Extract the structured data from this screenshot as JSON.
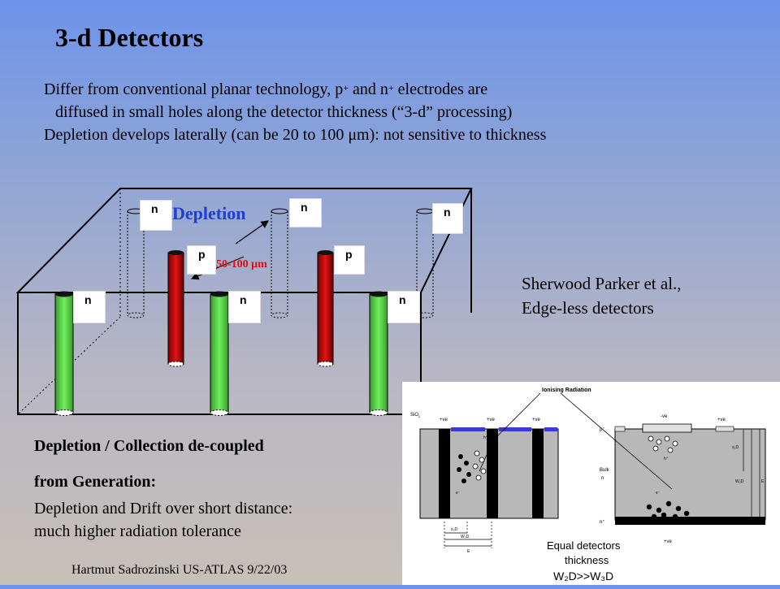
{
  "slide": {
    "title": "3-d Detectors",
    "intro": {
      "line1_a": "Differ from conventional planar technology, p",
      "line1_sup1": "+",
      "line1_b": " and n",
      "line1_sup2": "+",
      "line1_c": " electrodes are",
      "line2": "diffused in small holes along the detector thickness (“3-d” processing)",
      "line3": "Depletion develops laterally (can be 20 to 100 μm): not sensitive to thickness"
    },
    "diagram": {
      "depletion_label": "Depletion",
      "distance_label": "50-100 μm",
      "n_label": "n",
      "p_label": "p",
      "colors": {
        "n_electrode": "#66ee55",
        "p_electrode": "#d10f0f",
        "depletion": "#1f3fd0"
      }
    },
    "citation": {
      "line1": "Sherwood Parker et al.,",
      "line2": "Edge-less detectors"
    },
    "decoupled": {
      "line1": "Depletion / Collection de-coupled",
      "line2": "from Generation:",
      "line3": "Depletion and Drift over short distance:",
      "line4": "much higher radiation tolerance"
    },
    "footer": "Hartmut Sadrozinski US-ATLAS 9/22/03",
    "inset": {
      "ionising": "Ionising Radiation",
      "sio2": "SiO",
      "sio2_sub": "2",
      "plus_ve": "+ve",
      "minus_ve": "-ve",
      "p_plus": "p⁺",
      "n_plus": "n⁺",
      "bulk": "Bulk",
      "n": "n",
      "h_plus": "h⁺",
      "e_minus": "e⁻",
      "x3d": "x₃D",
      "w3d": "W₃D",
      "e_dim": "E",
      "x2d": "x₂D",
      "w2d": "W₂D",
      "caption1": "Equal detectors",
      "caption2": "thickness",
      "caption3": "W₂D>>W₃D"
    }
  }
}
